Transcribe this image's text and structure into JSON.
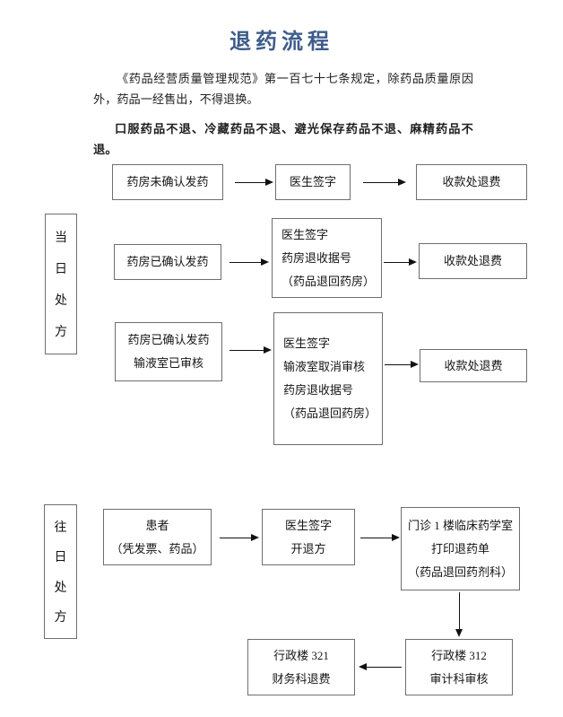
{
  "document": {
    "title": "退药流程",
    "title_color": "#3e5c8a",
    "paragraphs": [
      "《药品经营质量管理规范》第一百七十七条规定，除药品质量原因外，药品一经售出，不得退换。",
      "口服药品不退、冷藏药品不退、避光保存药品不退、麻精药品不退。"
    ]
  },
  "sections": [
    {
      "id": "same-day",
      "side_label": "当日处方",
      "side_label_chars": [
        "当",
        "日",
        "处",
        "方"
      ],
      "rows": [
        {
          "id": "row-1",
          "boxes": [
            {
              "id": "pharmacy-not-confirmed",
              "lines": [
                "药房未确认发药"
              ]
            },
            {
              "id": "doctor-signature",
              "lines": [
                "医生签字"
              ]
            },
            {
              "id": "cashier-refund",
              "lines": [
                "收款处退费"
              ]
            }
          ],
          "arrows": [
            "right",
            "right"
          ]
        },
        {
          "id": "row-2",
          "boxes": [
            {
              "id": "pharmacy-confirmed",
              "lines": [
                "药房已确认发药"
              ]
            },
            {
              "id": "doctor-sign-receipt-return",
              "lines": [
                "医生签字",
                "药房退收据号",
                "（药品退回药房）"
              ]
            },
            {
              "id": "cashier-refund",
              "lines": [
                "收款处退费"
              ]
            }
          ],
          "arrows": [
            "right",
            "right"
          ]
        },
        {
          "id": "row-3",
          "boxes": [
            {
              "id": "pharmacy-confirmed-infusion-checked",
              "lines": [
                "药房已确认发药",
                "输液室已审核"
              ]
            },
            {
              "id": "doctor-sign-infusion-cancel",
              "lines": [
                "医生签字",
                "输液室取消审核",
                "药房退收据号",
                "（药品退回药房）"
              ]
            },
            {
              "id": "cashier-refund",
              "lines": [
                "收款处退费"
              ]
            }
          ],
          "arrows": [
            "right",
            "right"
          ]
        }
      ]
    },
    {
      "id": "previous-day",
      "side_label": "往日处方",
      "side_label_chars": [
        "往",
        "日",
        "处",
        "方"
      ],
      "rows": [
        {
          "id": "row-1",
          "boxes": [
            {
              "id": "patient",
              "lines": [
                "患者",
                "（凭发票、药品）"
              ]
            },
            {
              "id": "doctor-sign-return-rx",
              "lines": [
                "医生签字",
                "开退方"
              ]
            },
            {
              "id": "clinical-pharmacy-office",
              "lines": [
                "门诊 1 楼临床药学室",
                "打印退药单",
                "（药品退回药剂科）"
              ]
            }
          ],
          "arrows": [
            "right",
            "right"
          ]
        },
        {
          "id": "row-2",
          "boxes": [
            {
              "id": "finance-refund",
              "lines": [
                "行政楼 321",
                "财务科退费"
              ]
            },
            {
              "id": "audit-review",
              "lines": [
                "行政楼 312",
                "审计科审核"
              ]
            }
          ],
          "arrows": [
            "down",
            "left"
          ]
        }
      ]
    }
  ]
}
